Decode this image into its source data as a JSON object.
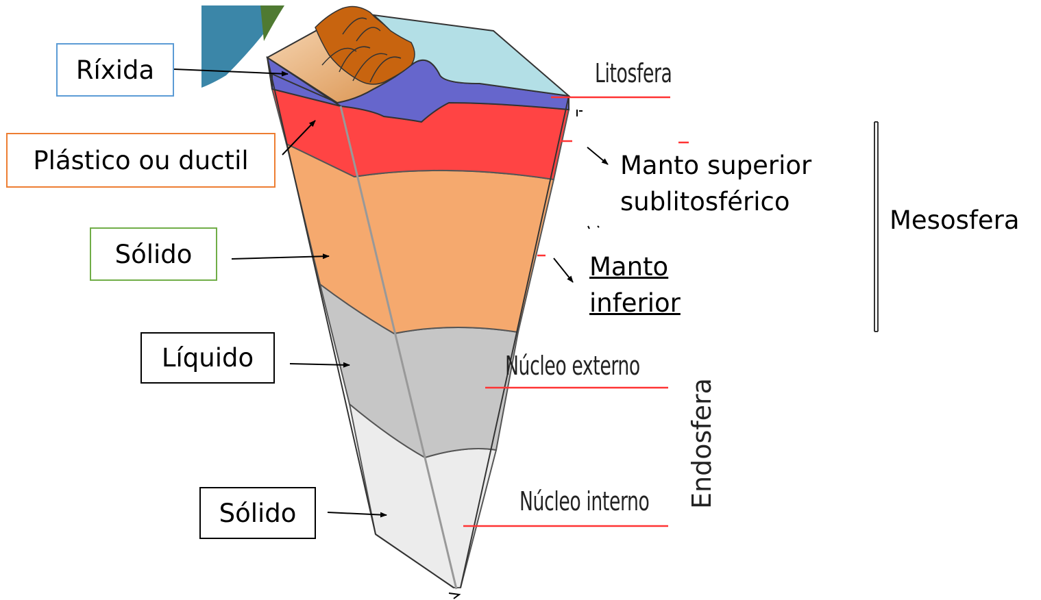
{
  "diagram": {
    "states": {
      "rixida": "Ríxida",
      "plastico": "Plástico ou ductil",
      "solido_manto": "Sólido",
      "liquido": "Líquido",
      "solido_nucleo": "Sólido"
    },
    "layers": {
      "litosfera": "Litosfera",
      "manto_superior_line1": "Manto superior",
      "manto_superior_line2": "sublitosférico",
      "manto_inferior_line1": "Manto",
      "manto_inferior_line2": "inferior",
      "nucleo_externo": "Núcleo externo",
      "nucleo_interno": "Núcleo interno",
      "endosfera": "Endosfera",
      "mesosfera": "Mesosfera"
    },
    "colors": {
      "litosfera": "#6666cc",
      "astenosfera": "#ff4444",
      "manto": "#f5a96e",
      "nucleo_externo": "#c6c6c6",
      "nucleo_interno": "#ececec",
      "ocean": "#b3dfe6",
      "mountains": "#c8640f",
      "leader": "#ff3333",
      "box_blue": "#5b9bd5",
      "box_orange": "#ed7d31",
      "box_green": "#70ad47",
      "box_black": "#000000"
    }
  }
}
